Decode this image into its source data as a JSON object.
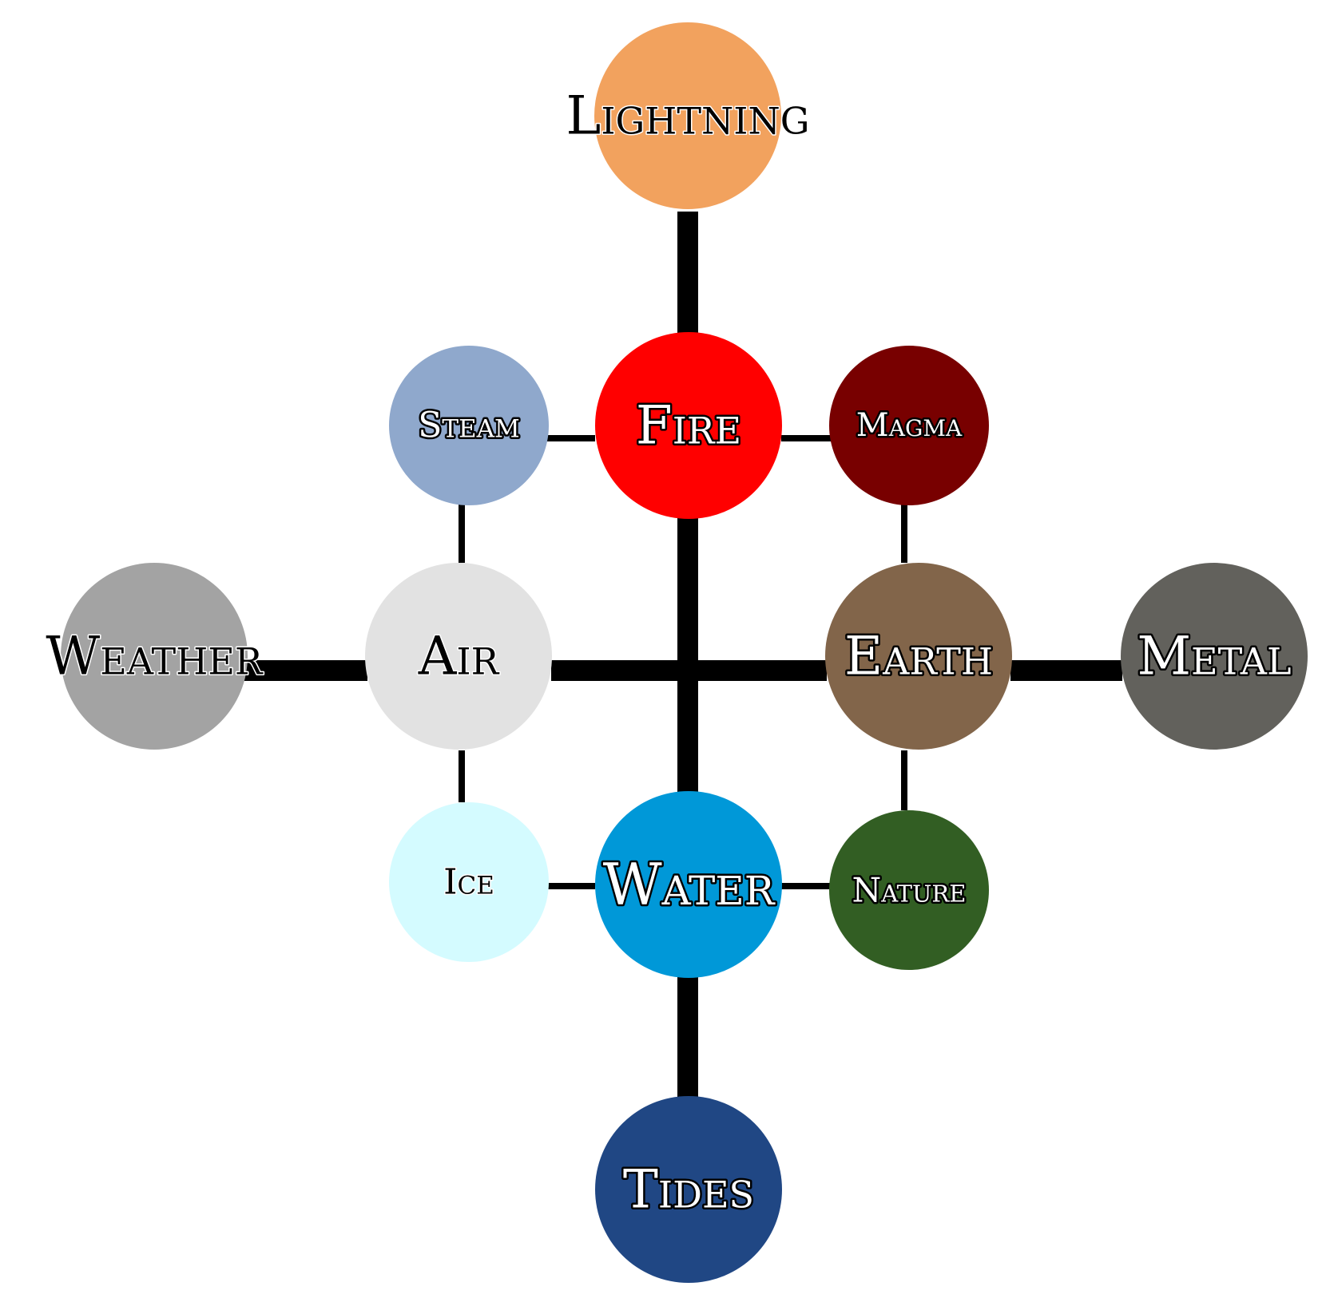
{
  "diagram": {
    "nodes": [
      {
        "id": "lightning",
        "label": "Lightning",
        "color": "#f2a25e",
        "style": "plain"
      },
      {
        "id": "steam",
        "label": "Steam",
        "color": "#8fa8cc",
        "style": "outlined"
      },
      {
        "id": "fire",
        "label": "Fire",
        "color": "#ff0000",
        "style": "outlined"
      },
      {
        "id": "magma",
        "label": "Magma",
        "color": "#780000",
        "style": "outlined"
      },
      {
        "id": "weather",
        "label": "Weather",
        "color": "#a3a3a3",
        "style": "plain"
      },
      {
        "id": "air",
        "label": "Air",
        "color": "#e2e2e2",
        "style": "plain"
      },
      {
        "id": "earth",
        "label": "Earth",
        "color": "#82654a",
        "style": "outlined"
      },
      {
        "id": "metal",
        "label": "Metal",
        "color": "#62615c",
        "style": "outlined"
      },
      {
        "id": "ice",
        "label": "Ice",
        "color": "#d4fbff",
        "style": "plain"
      },
      {
        "id": "water",
        "label": "Water",
        "color": "#0098d8",
        "style": "outlined"
      },
      {
        "id": "nature",
        "label": "Nature",
        "color": "#325e23",
        "style": "outlined"
      },
      {
        "id": "tides",
        "label": "Tides",
        "color": "#204784",
        "style": "outlined"
      }
    ],
    "edges": [
      {
        "from": "lightning",
        "to": "fire",
        "weight": "thick"
      },
      {
        "from": "fire",
        "to": "water",
        "weight": "thick"
      },
      {
        "from": "water",
        "to": "tides",
        "weight": "thick"
      },
      {
        "from": "weather",
        "to": "air",
        "weight": "thick"
      },
      {
        "from": "air",
        "to": "earth",
        "weight": "thick"
      },
      {
        "from": "earth",
        "to": "metal",
        "weight": "thick"
      },
      {
        "from": "steam",
        "to": "fire",
        "weight": "thin"
      },
      {
        "from": "fire",
        "to": "magma",
        "weight": "thin"
      },
      {
        "from": "steam",
        "to": "air",
        "weight": "thin"
      },
      {
        "from": "air",
        "to": "ice",
        "weight": "thin"
      },
      {
        "from": "magma",
        "to": "earth",
        "weight": "thin"
      },
      {
        "from": "earth",
        "to": "nature",
        "weight": "thin"
      },
      {
        "from": "ice",
        "to": "water",
        "weight": "thin"
      },
      {
        "from": "water",
        "to": "nature",
        "weight": "thin"
      }
    ]
  }
}
